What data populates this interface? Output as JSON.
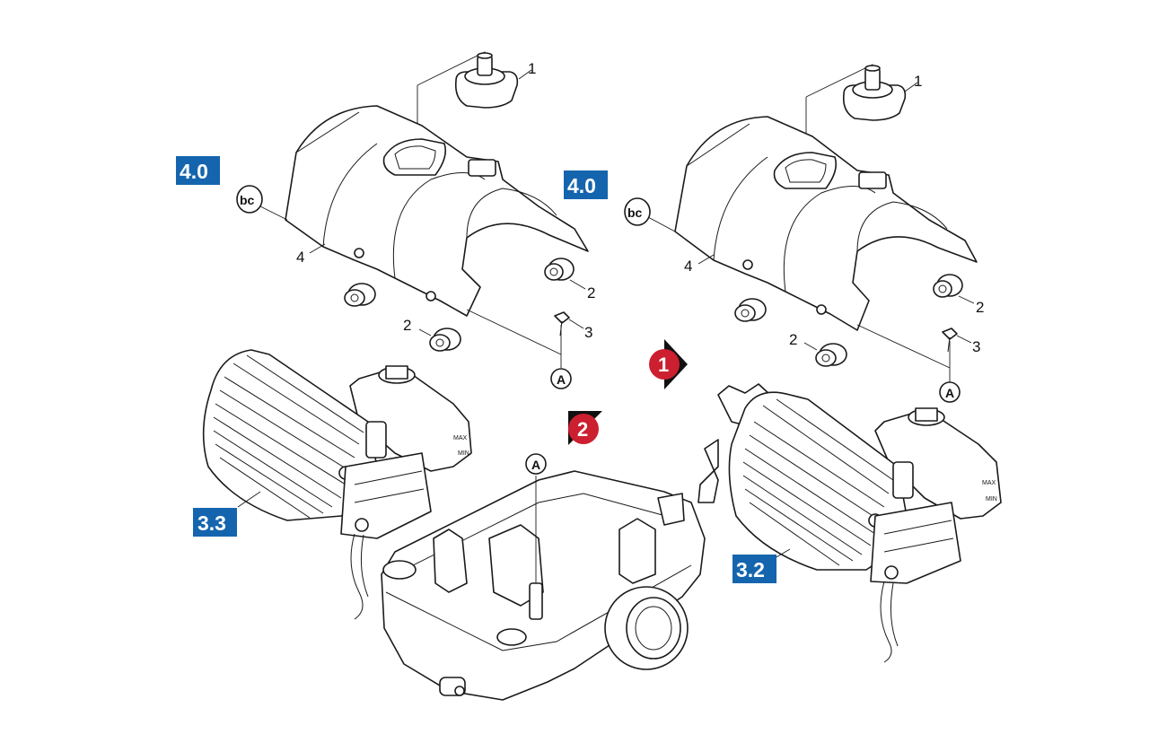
{
  "badges": {
    "left_top": "4.0",
    "right_top": "4.0",
    "left_bottom": "3.3",
    "right_bottom": "3.2"
  },
  "badge_color": "#1565ae",
  "step_color": "#cc1f2f",
  "circled": {
    "bc": "bc",
    "a": "A"
  },
  "callouts": {
    "one": "1",
    "two": "2",
    "three": "3",
    "four": "4"
  },
  "steps": {
    "first": "1",
    "second": "2"
  },
  "gauge": {
    "max": "MAX",
    "min": "MIN"
  }
}
